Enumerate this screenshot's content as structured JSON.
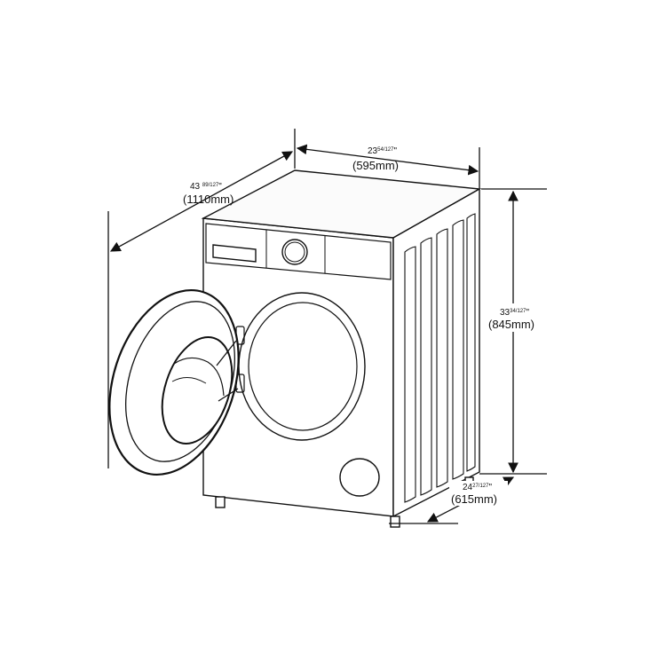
{
  "dimensions": {
    "width": {
      "inches_whole": "23",
      "inches_fraction": "54/127",
      "inches_mark": "\"",
      "mm": "(595mm)"
    },
    "depth_open": {
      "inches_whole": "43 ",
      "inches_fraction": "89/127",
      "inches_mark": "\"",
      "mm": "(1110mm)"
    },
    "height": {
      "inches_whole": "33",
      "inches_fraction": "34/127",
      "inches_mark": "\"",
      "mm": "(845mm)"
    },
    "depth": {
      "inches_whole": "24",
      "inches_fraction": "27/127",
      "inches_mark": "\"",
      "mm": "(615mm)"
    }
  },
  "colors": {
    "line": "#111111",
    "background": "#ffffff",
    "panel": "#f4f4f4"
  }
}
